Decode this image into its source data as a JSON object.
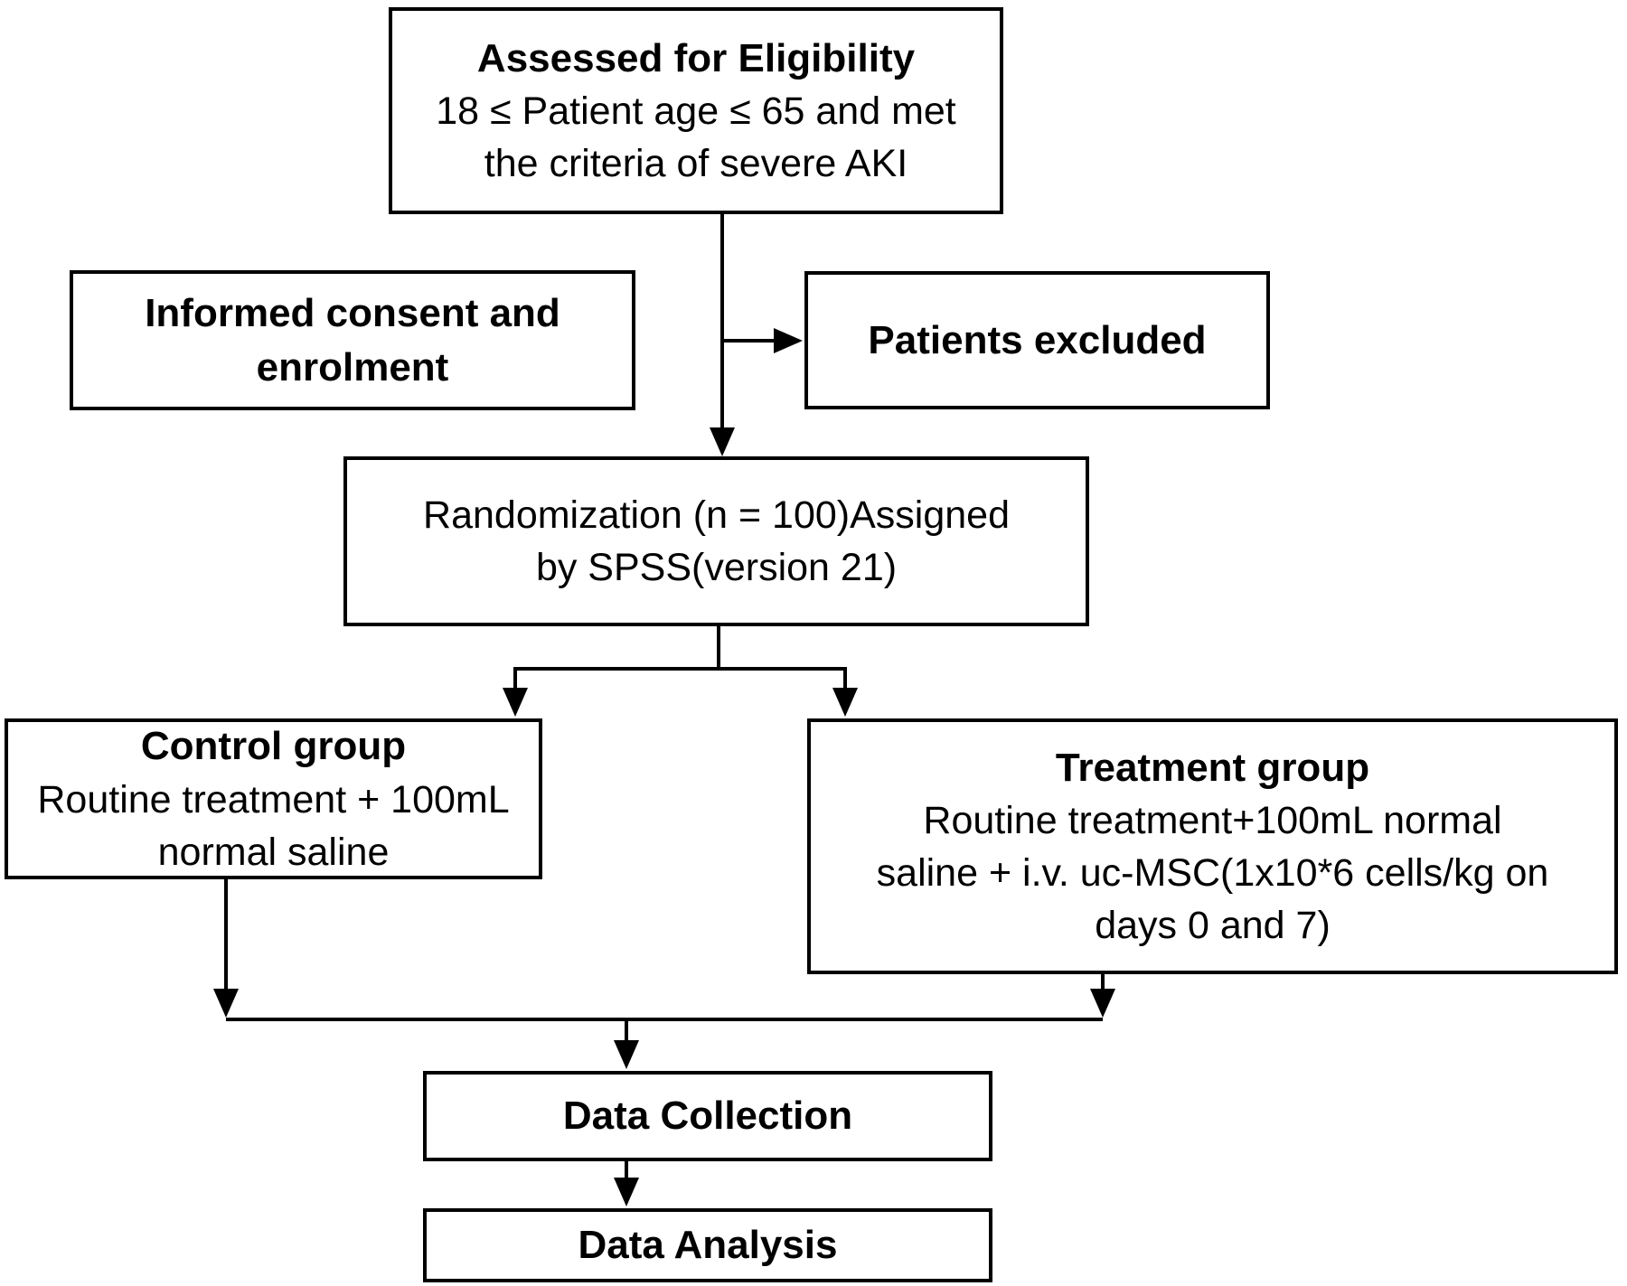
{
  "colors": {
    "line": "#000000",
    "text": "#000000",
    "box_background": "#ffffff",
    "page_background": "#ffffff"
  },
  "diagram": {
    "type": "flowchart",
    "nodes": {
      "eligibility": {
        "bold_lines": [
          "Assessed for Eligibility"
        ],
        "lines": [
          "18 ≤ Patient age ≤ 65 and met",
          "the criteria of severe AKI"
        ]
      },
      "consent": {
        "bold_lines": [
          "Informed consent and",
          "enrolment"
        ],
        "lines": []
      },
      "excluded": {
        "bold_lines": [
          "Patients excluded"
        ],
        "lines": []
      },
      "randomization": {
        "bold_lines": [],
        "lines": [
          "Randomization (n = 100)Assigned",
          "by SPSS(version 21)"
        ]
      },
      "control": {
        "bold_lines": [
          "Control group"
        ],
        "lines": [
          "Routine treatment + 100mL",
          "normal saline"
        ]
      },
      "treatment": {
        "bold_lines": [
          "Treatment group"
        ],
        "lines": [
          "Routine treatment+100mL normal",
          "saline + i.v. uc-MSC(1x10*6 cells/kg on",
          "days 0 and 7)"
        ]
      },
      "data_collection": {
        "bold_lines": [
          "Data Collection"
        ],
        "lines": []
      },
      "data_analysis": {
        "bold_lines": [
          "Data Analysis"
        ],
        "lines": []
      }
    },
    "edges": [
      {
        "from": "eligibility",
        "to": "randomization"
      },
      {
        "from": "eligibility",
        "to": "excluded"
      },
      {
        "from": "randomization",
        "to": "control"
      },
      {
        "from": "randomization",
        "to": "treatment"
      },
      {
        "from": "control",
        "to": "data_collection"
      },
      {
        "from": "treatment",
        "to": "data_collection"
      },
      {
        "from": "data_collection",
        "to": "data_analysis"
      }
    ]
  }
}
